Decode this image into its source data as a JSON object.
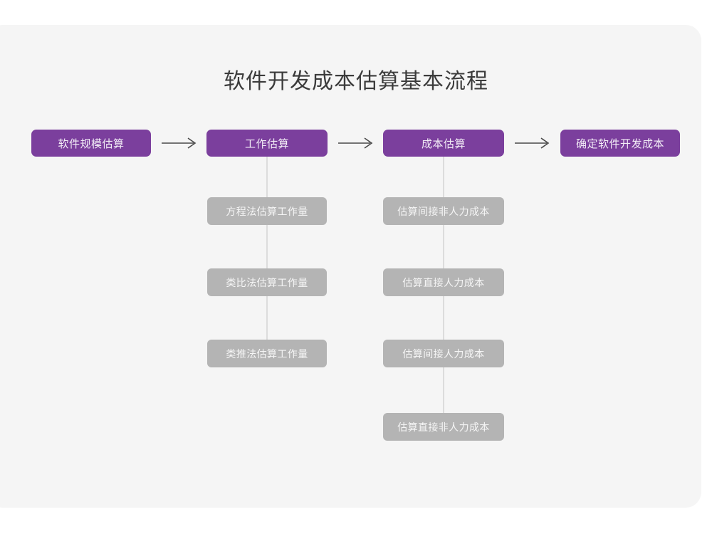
{
  "page": {
    "title": "软件开发成本估算基本流程",
    "card_background": "#f5f5f5",
    "page_background": "#ffffff"
  },
  "colors": {
    "primary_node": "#7b3f9d",
    "primary_text": "#f2ecf6",
    "secondary_node": "#b4b4b4",
    "secondary_text": "#f6f6f6",
    "title_text": "#3b3b3b",
    "connector_line": "#dcdcdc",
    "arrow": "#4a4a4a"
  },
  "flow": {
    "main_steps": [
      {
        "label": "软件规模估算"
      },
      {
        "label": "工作估算"
      },
      {
        "label": "成本估算"
      },
      {
        "label": "确定软件开发成本"
      }
    ],
    "arrows": [
      {
        "name": "arrow-right-icon"
      },
      {
        "name": "arrow-right-icon"
      },
      {
        "name": "arrow-right-icon"
      }
    ],
    "branches": [
      {
        "parent": "工作估算",
        "items": [
          {
            "label": "方程法估算工作量"
          },
          {
            "label": "类比法估算工作量"
          },
          {
            "label": "类推法估算工作量"
          }
        ]
      },
      {
        "parent": "成本估算",
        "items": [
          {
            "label": "估算间接非人力成本"
          },
          {
            "label": "估算直接人力成本"
          },
          {
            "label": "估算间接人力成本"
          },
          {
            "label": "估算直接非人力成本"
          }
        ]
      }
    ]
  }
}
